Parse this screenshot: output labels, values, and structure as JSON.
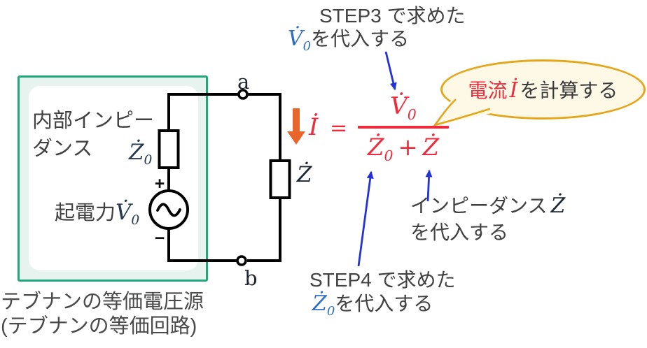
{
  "colors": {
    "formula_red": "#ee2b3c",
    "current_arrow_orange": "#e8662b",
    "pointer_arrow_blue": "#2433d6",
    "annotation_symbol_blue": "#2f6fc3",
    "box_border_green": "#1ea87c",
    "box_fill_green": "#e7f3ee",
    "bubble_border_yellow": "#e4a71c",
    "bubble_fill_cream": "#fdf9e6"
  },
  "circuit": {
    "terminal_a": "a",
    "terminal_b": "b",
    "internal_impedance_label_line1": "内部インピー",
    "internal_impedance_label_line2": "ダンス",
    "internal_impedance_symbol": "Ż",
    "internal_impedance_sub": "0",
    "emf_label": "起電力",
    "emf_symbol": "V̇",
    "emf_sub": "0",
    "load_impedance_symbol": "Ż",
    "source_plus": "+",
    "source_minus": "−",
    "caption_line1": "テブナンの等価電圧源",
    "caption_line2": "(テブナンの等価回路)"
  },
  "formula": {
    "current_symbol": "İ",
    "equals": "=",
    "numerator_symbol": "V̇",
    "numerator_sub": "0",
    "denominator_first": "Ż",
    "denominator_first_sub": "0",
    "plus": "+",
    "denominator_second": "Ż"
  },
  "annotations": {
    "step3_line1": "STEP3 で求めた",
    "step3_symbol": "V̇",
    "step3_sub": "0",
    "step3_rest": "を代入する",
    "step4_line1": "STEP4 で求めた",
    "step4_symbol": "Ż",
    "step4_sub": "0",
    "step4_rest": "を代入する",
    "impedance_line1": "インピーダンス",
    "impedance_symbol": "Ż",
    "impedance_rest": "を代入する",
    "bubble_red": "電流",
    "bubble_symbol": "İ",
    "bubble_rest": "を計算する"
  }
}
